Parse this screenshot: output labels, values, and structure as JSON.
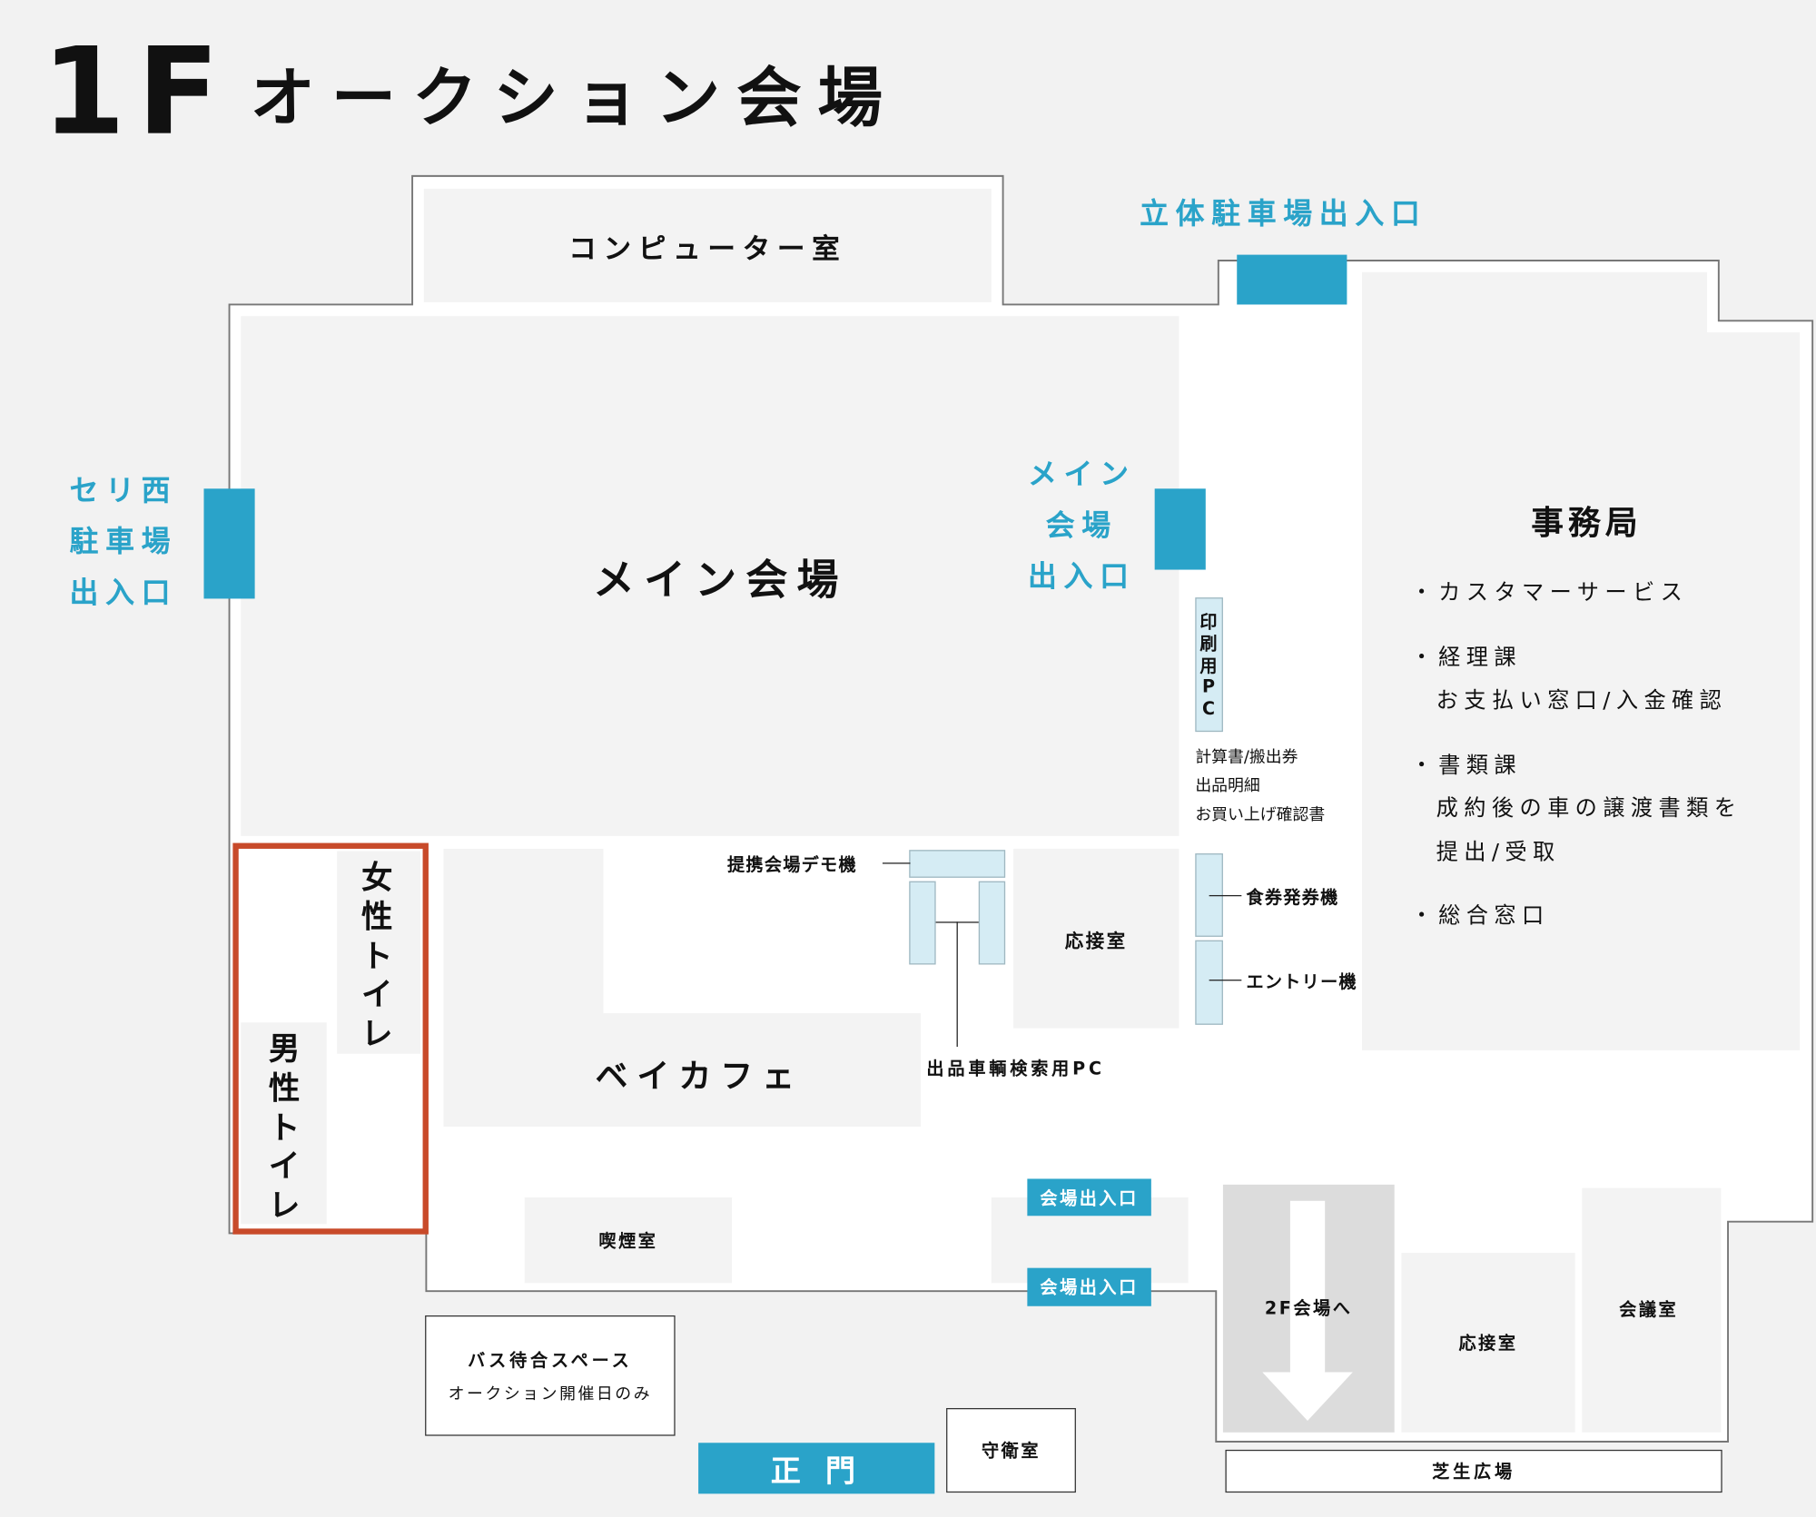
{
  "title": {
    "floor": "1F",
    "name": "オークション会場"
  },
  "colors": {
    "accent": "#2aa3c9",
    "highlight": "#c84a2a",
    "room": "#f3f3f3",
    "device": "#d5ecf4"
  },
  "rooms": {
    "computer": "コンピューター室",
    "main_hall": "メイン会場",
    "office": "事務局",
    "women_toilet": "女性トイレ",
    "men_toilet": "男性トイレ",
    "cafe": "ベイカフェ",
    "reception1": "応接室",
    "smoking": "喫煙室",
    "to_2f": "2F会場へ",
    "reception2": "応接室",
    "meeting": "会議室",
    "bus_title": "バス待合スペース",
    "bus_note": "オークション開催日のみ",
    "guard": "守衛室",
    "lawn": "芝生広場"
  },
  "entrances": {
    "parking_garage": "立体駐車場出入口",
    "west_lines": [
      "セリ西",
      "駐車場",
      "出入口"
    ],
    "main_lines": [
      "メイン",
      "会場",
      "出入口"
    ],
    "venue1": "会場出入口",
    "venue2": "会場出入口",
    "main_gate": "正 門"
  },
  "devices": {
    "print_pc": "印刷用PC",
    "print_docs": [
      "計算書/搬出券",
      "出品明細",
      "お買い上げ確認書"
    ],
    "demo": "提携会場デモ機",
    "search_pc": "出品車輌検索用PC",
    "meal_ticket": "食券発券機",
    "entry": "エントリー機"
  },
  "office_services": [
    "・カスタマーサービス",
    "・経理課",
    "お支払い窓口/入金確認",
    "・書類課",
    "成約後の車の譲渡書類を",
    "提出/受取",
    "・総合窓口"
  ]
}
